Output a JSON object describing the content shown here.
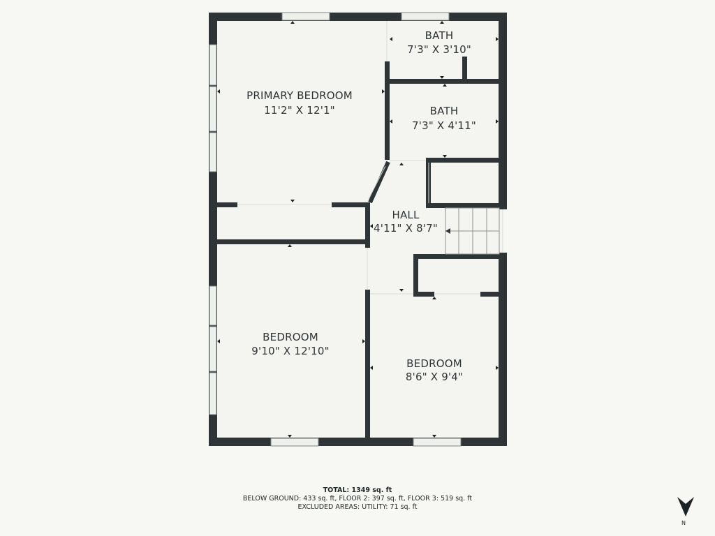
{
  "rooms": {
    "primary_bedroom": {
      "name": "PRIMARY BEDROOM",
      "dims": "11'2\" X 12'1\""
    },
    "bath_upper": {
      "name": "BATH",
      "dims": "7'3\" X 3'10\""
    },
    "bath_lower": {
      "name": "BATH",
      "dims": "7'3\" X 4'11\""
    },
    "hall": {
      "name": "HALL",
      "dims": "4'11\" X 8'7\""
    },
    "bedroom_left": {
      "name": "BEDROOM",
      "dims": "9'10\" X 12'10\""
    },
    "bedroom_right": {
      "name": "BEDROOM",
      "dims": "8'6\" X 9'4\""
    }
  },
  "totals": {
    "total": "TOTAL: 1349 sq. ft",
    "breakdown": "BELOW GROUND: 433 sq. ft, FLOOR 2: 397 sq. ft, FLOOR 3: 519 sq. ft",
    "excluded": "EXCLUDED AREAS: UTILITY: 71 sq. ft"
  },
  "compass": {
    "label": "N",
    "icon": "north-arrow-icon"
  },
  "colors": {
    "wall": "#2f3436",
    "background": "#f7f8f4",
    "floor": "#f4f5f0"
  }
}
